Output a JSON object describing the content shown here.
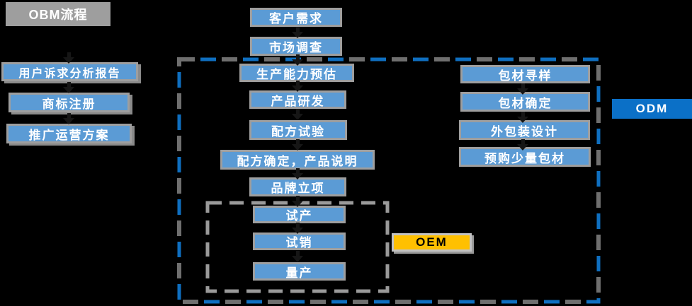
{
  "title": {
    "label": "OBM流程"
  },
  "left_column": {
    "items": [
      "用户诉求分析报告",
      "商标注册",
      "推广运营方案"
    ]
  },
  "main_flow": {
    "items": [
      "客户需求",
      "市场调查",
      "生产能力预估",
      "产品研发",
      "配方试验",
      "配方确定，产品说明",
      "品牌立项",
      "试产",
      "试销",
      "量产"
    ]
  },
  "packaging_flow": {
    "items": [
      "包材寻样",
      "包材确定",
      "外包装设计",
      "预购少量包材"
    ]
  },
  "labels": {
    "odm": "ODM",
    "oem": "OEM"
  },
  "colors": {
    "background": "#000000",
    "step_blue": "#5b9bd5",
    "step_border_gray": "#9e9e9e",
    "title_gray": "#9e9e9e",
    "odm_blue": "#0b70c7",
    "oem_amber": "#ffc000",
    "dash_blue": "#0f6fc0",
    "dash_gray_outer": "#6f6f6f",
    "dash_gray_inner": "#9a9a9a",
    "arrow_black": "#161616"
  }
}
